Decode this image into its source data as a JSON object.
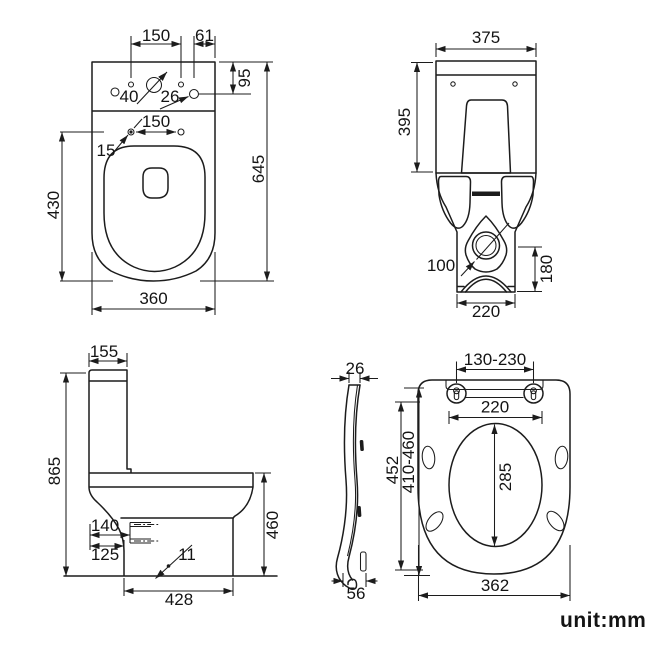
{
  "unit_label": "unit:mm",
  "colors": {
    "line": "#1c1c1c",
    "background": "#ffffff"
  },
  "views": {
    "top": {
      "d150_top": "150",
      "d61": "61",
      "d95": "95",
      "d40": "40",
      "d26": "26",
      "d150_holes": "150",
      "d15": "15",
      "d430": "430",
      "d645": "645",
      "d360": "360"
    },
    "back": {
      "d375": "375",
      "d395": "395",
      "d100": "100",
      "d180": "180",
      "d220": "220"
    },
    "side": {
      "d155": "155",
      "d865": "865",
      "d140": "140",
      "d125": "125",
      "d11": "11",
      "d460": "460",
      "d428": "428"
    },
    "seat": {
      "d26": "26",
      "d130_230": "130-230",
      "d220": "220",
      "d285": "285",
      "d452": "452",
      "d410_460": "410-460",
      "d56": "56",
      "d362": "362"
    }
  }
}
